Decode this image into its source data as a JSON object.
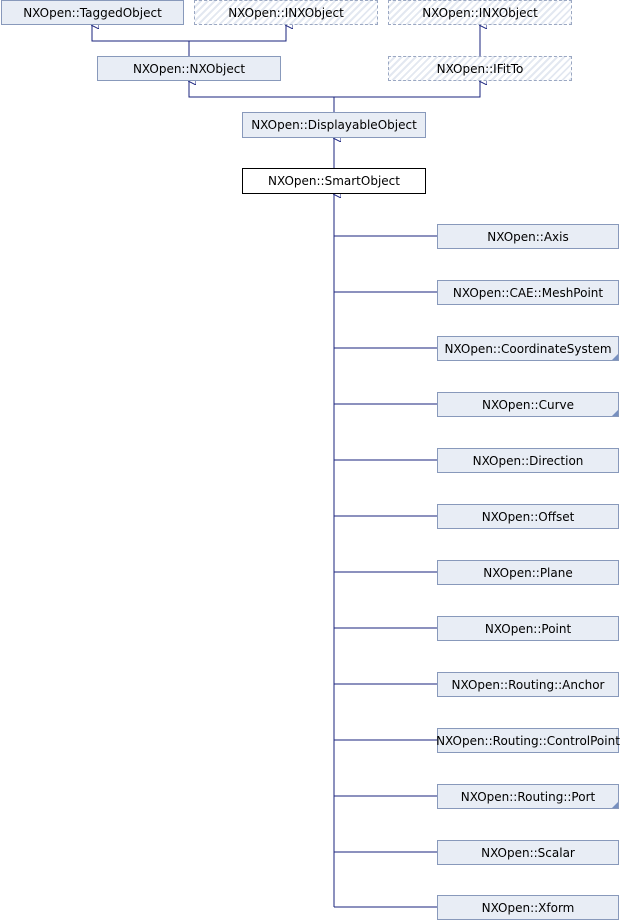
{
  "diagram": {
    "nodes": {
      "tagged_object": "NXOpen::TaggedObject",
      "inx_object_1": "NXOpen::INXObject",
      "inx_object_2": "NXOpen::INXObject",
      "nx_object": "NXOpen::NXObject",
      "ifit_to": "NXOpen::IFitTo",
      "displayable_object": "NXOpen::DisplayableObject",
      "smart_object": "NXOpen::SmartObject",
      "axis": "NXOpen::Axis",
      "cae_mesh_point": "NXOpen::CAE::MeshPoint",
      "coordinate_system": "NXOpen::CoordinateSystem",
      "curve": "NXOpen::Curve",
      "direction": "NXOpen::Direction",
      "offset": "NXOpen::Offset",
      "plane": "NXOpen::Plane",
      "point": "NXOpen::Point",
      "routing_anchor": "NXOpen::Routing::Anchor",
      "routing_control_point": "NXOpen::Routing::ControlPoint",
      "routing_port": "NXOpen::Routing::Port",
      "scalar": "NXOpen::Scalar",
      "xform": "NXOpen::Xform"
    },
    "colors": {
      "edge": "#1a237e",
      "node_fill": "#e8edf5",
      "node_border": "#8899bb"
    }
  }
}
